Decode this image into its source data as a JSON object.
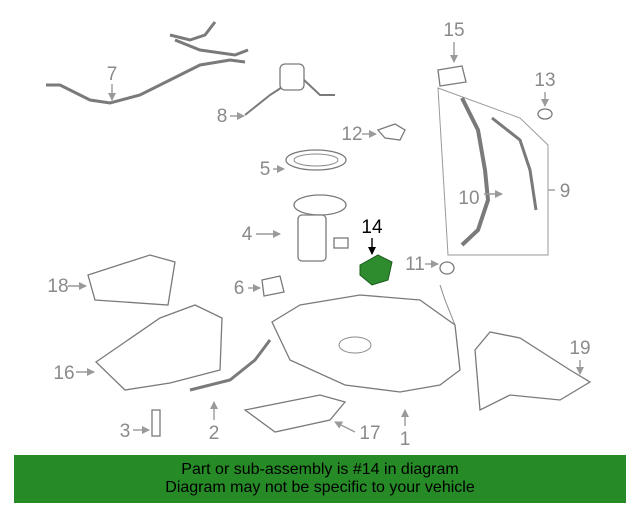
{
  "callouts": {
    "c1": "1",
    "c2": "2",
    "c3": "3",
    "c4": "4",
    "c5": "5",
    "c6": "6",
    "c7": "7",
    "c8": "8",
    "c9": "9",
    "c10": "10",
    "c11": "11",
    "c12": "12",
    "c13": "13",
    "c14": "14",
    "c15": "15",
    "c16": "16",
    "c17": "17",
    "c18": "18",
    "c19": "19"
  },
  "highlight": {
    "part_number": "14",
    "color": "#2e8b2e"
  },
  "banner": {
    "line1": "Part or sub-assembly is #14 in diagram",
    "line2": "Diagram may not be specific to your vehicle",
    "color": "#268a26"
  }
}
